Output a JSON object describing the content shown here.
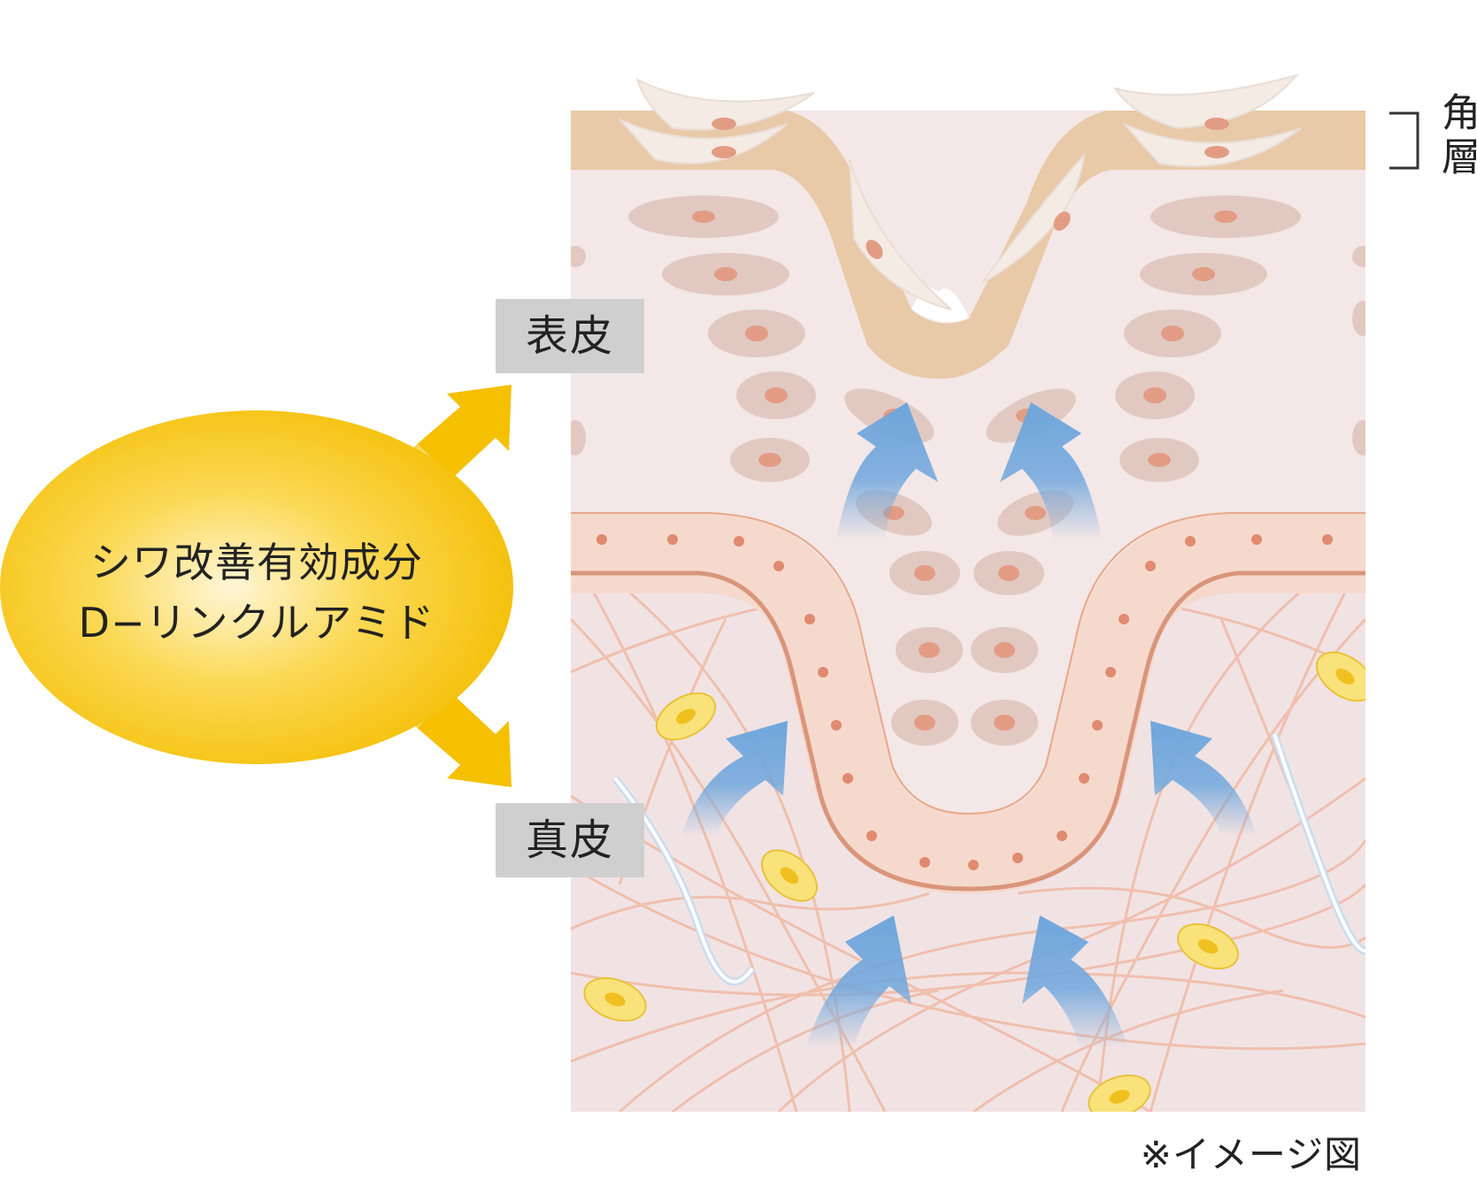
{
  "labels": {
    "stratum_corneum": "角層",
    "epidermis": "表皮",
    "dermis": "真皮"
  },
  "ingredient": {
    "line1": "シワ改善有効成分",
    "line2": "D−リンクルアミド"
  },
  "note": "※イメージ図",
  "colors": {
    "ingredient_gold": "#f5c000",
    "arrow_blue": "#6fa6dc",
    "skin_bg": "#f2e6e6",
    "corneum": "#e8c9a8",
    "membrane": "#e8a888",
    "label_bg": "#cfcfcf"
  }
}
